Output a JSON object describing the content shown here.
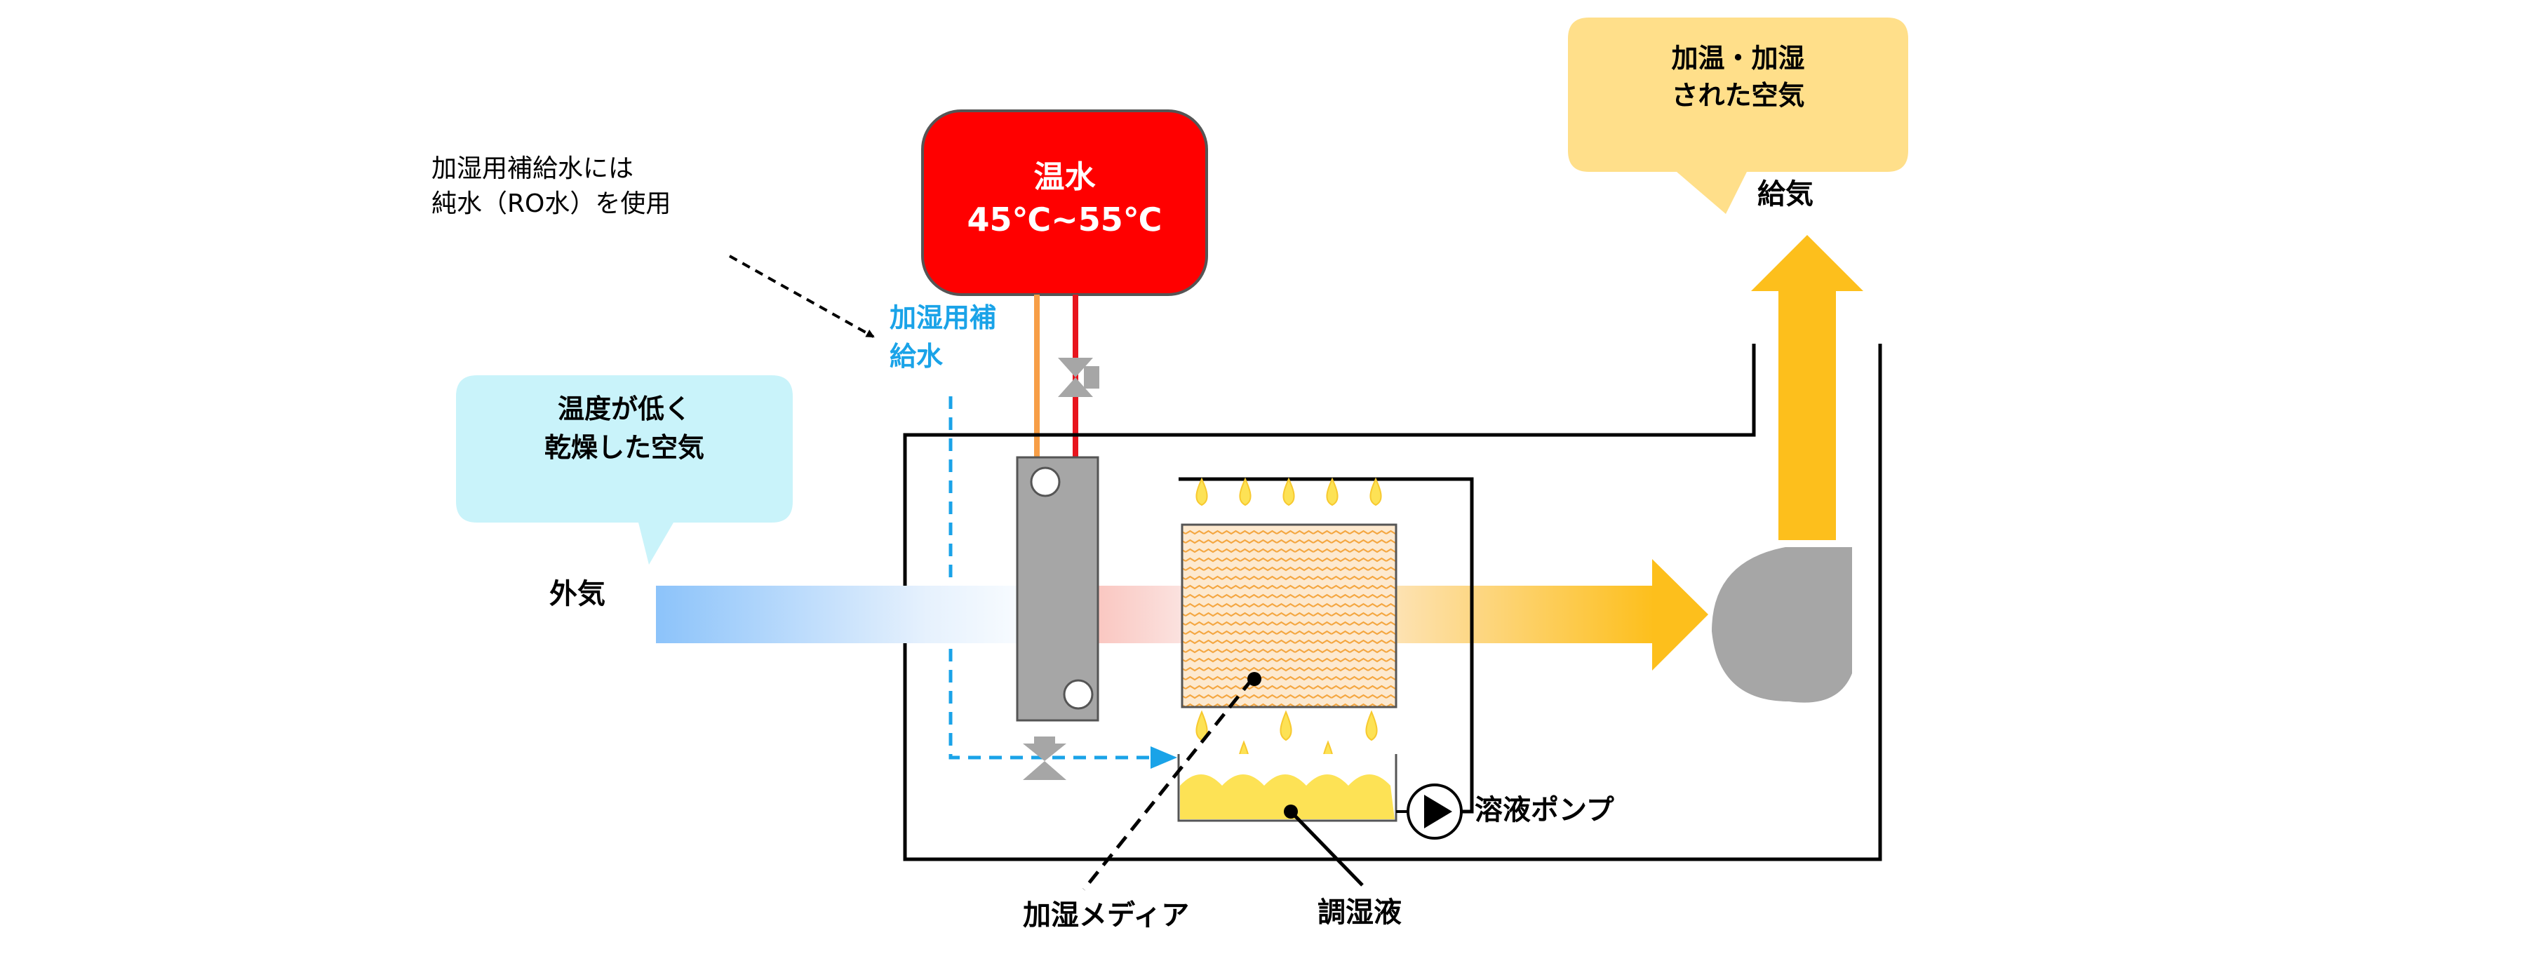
{
  "hot_water": {
    "title": "温水",
    "range": "45℃~55℃"
  },
  "makeup_note": {
    "line1": "加湿用補給水には",
    "line2": "純水（RO水）を使用"
  },
  "makeup_water_label": {
    "line1": "加湿用補",
    "line2": "給水"
  },
  "outside_air_bubble": {
    "line1": "温度が低く",
    "line2": "乾燥した空気"
  },
  "outside_air_label": "外気",
  "supply_bubble": {
    "line1": "加温・加湿",
    "line2": "された空気"
  },
  "supply_air_label": "給気",
  "pump_label": "溶液ポンプ",
  "media_label": "加湿メディア",
  "liquid_label": "調湿液",
  "colors": {
    "hot_water": "#ff0000",
    "makeup_water": "#1aa3e8",
    "outside_bubble": "#c9f3fa",
    "supply_bubble": "#ffdf8a",
    "heated_air": "#fdbf1c",
    "cold_air": "#8cc3fa",
    "media": "#f4a640",
    "equipment_gray": "#a6a6a6"
  }
}
